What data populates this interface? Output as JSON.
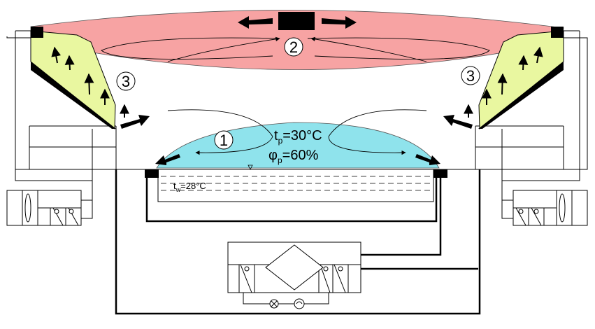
{
  "labels": {
    "zone1": "1",
    "zone2": "2",
    "zone3_left": "3",
    "zone3_right": "3"
  },
  "air": {
    "tp_symbol": "t",
    "tp_sub": "p",
    "tp_value": "=30°C",
    "phi_symbol": "φ",
    "phi_sub": "p",
    "phi_value": "=60%"
  },
  "water": {
    "tw_symbol": "t",
    "tw_sub": "w",
    "tw_value": "=28°C"
  },
  "colors": {
    "zone_upper": "#f7a3a3",
    "zone_pool_air": "#8fe3ec",
    "zone_side": "#e9f7a0",
    "ducts": "#000000"
  }
}
